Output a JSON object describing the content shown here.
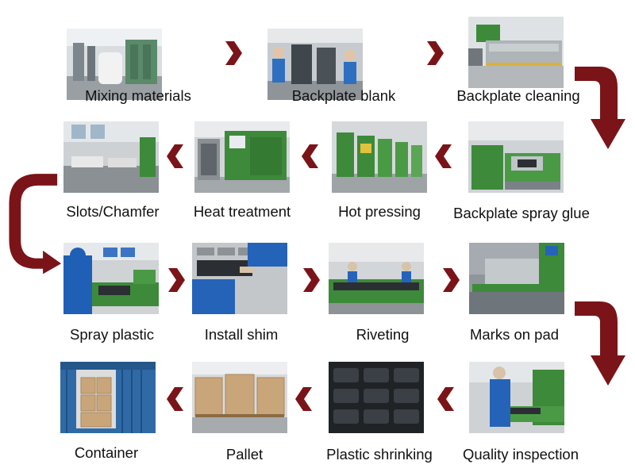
{
  "colors": {
    "arrow": "#7a1418",
    "text": "#111111",
    "steel": "#8c949b",
    "machine_green": "#3d8a3a",
    "worker_blue": "#2563b8",
    "concrete": "#b9bcbf",
    "pad_dark": "#2b2f33",
    "carton": "#c9a57a"
  },
  "steps": [
    {
      "label": "Mixing materials",
      "photo": "mixing-scene",
      "icon": "right-chevron-icon"
    },
    {
      "label": "Backplate blank",
      "photo": "press-line-scene",
      "icon": "right-chevron-icon"
    },
    {
      "label": "Backplate cleaning",
      "photo": "cleaning-machine-scene",
      "icon": "curved-down-arrow-icon"
    },
    {
      "label": "Backplate spray glue",
      "photo": "glue-machine-scene",
      "icon": "left-chevron-icon"
    },
    {
      "label": "Hot pressing",
      "photo": "hot-press-scene",
      "icon": "left-chevron-icon"
    },
    {
      "label": "Heat treatment",
      "photo": "oven-scene",
      "icon": "left-chevron-icon"
    },
    {
      "label": "Slots/Chamfer",
      "photo": "workshop-scene",
      "icon": "curved-down-arrow-icon"
    },
    {
      "label": "Spray plastic",
      "photo": "spray-station-scene",
      "icon": "right-chevron-icon"
    },
    {
      "label": "Install shim",
      "photo": "shim-assembly-scene",
      "icon": "right-chevron-icon"
    },
    {
      "label": "Riveting",
      "photo": "riveting-line-scene",
      "icon": "right-chevron-icon"
    },
    {
      "label": "Marks on pad",
      "photo": "marking-machine-scene",
      "icon": "curved-down-arrow-icon"
    },
    {
      "label": "Quality inspection",
      "photo": "inspection-scene",
      "icon": "left-chevron-icon"
    },
    {
      "label": "Plastic shrinking",
      "photo": "shrink-wrap-scene",
      "icon": "left-chevron-icon"
    },
    {
      "label": "Pallet",
      "photo": "pallet-scene",
      "icon": "left-chevron-icon"
    },
    {
      "label": "Container",
      "photo": "container-scene",
      "icon": ""
    }
  ]
}
